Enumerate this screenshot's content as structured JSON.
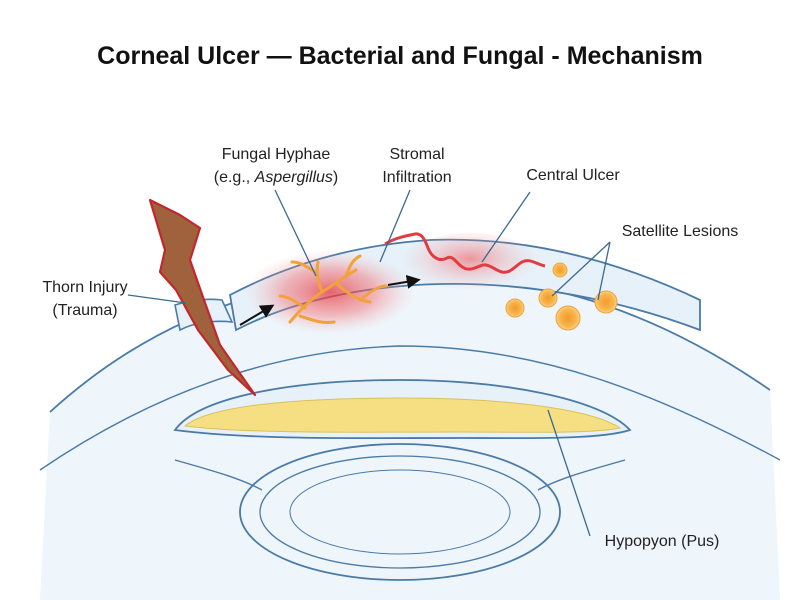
{
  "title": "Corneal Ulcer — Bacterial and Fungal - Mechanism",
  "labels": {
    "fungal_hyphae_line1": "Fungal Hyphae",
    "fungal_hyphae_line2_prefix": "(e.g., ",
    "fungal_hyphae_line2_italic": "Aspergillus",
    "fungal_hyphae_line2_suffix": ")",
    "stromal_line1": "Stromal",
    "stromal_line2": "Infiltration",
    "central_ulcer": "Central Ulcer",
    "satellite_lesions": "Satellite Lesions",
    "thorn_line1": "Thorn Injury",
    "thorn_line2": "(Trauma)",
    "hypopyon": "Hypopyon (Pus)"
  },
  "colors": {
    "outline": "#4a7aa6",
    "cornea_fill": "#e7f1f9",
    "infection_red": "#e8343c",
    "hyphae_orange": "#f2a23a",
    "pus_yellow": "#f5df82",
    "thorn_brown": "#a0623c",
    "thorn_outline": "#c2272d",
    "leader_blue": "#3a6a91"
  }
}
